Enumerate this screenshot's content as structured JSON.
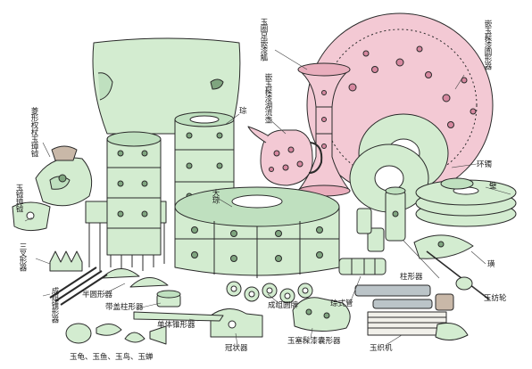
{
  "palette": {
    "jade_green": "#d3ecd0",
    "jade_green_dark": "#bfe0bf",
    "pink": "#f3c9d4",
    "pink_dark": "#e9aebd",
    "stone_grey": "#bbc4c8",
    "bronze": "#c9b8a8",
    "outline": "#2a2a2a",
    "pink_dot": "#d6879f",
    "green_dot": "#7fa57f",
    "text": "#1b1b1b",
    "background": "#ffffff"
  },
  "labels": {
    "yuquan_zu_qi_gu": "玉圈足嵌漆觚",
    "qian_yu_qi_yuan_xing_qi": "嵌玉髹漆圆形器",
    "qian_yu_qi_zhou_liu_hu": "嵌玉髹漆湖流壶",
    "cong": "琮",
    "lingxing_quan_zhang_yu_cuo_yue": "菱形权杖玉璋钺",
    "huan_zhuo": "环镯",
    "bi": "璧",
    "da_cong": "大琮",
    "yu_yue_cuo_yue": "玉钺璋钺",
    "san_cha_xing_qi": "三叉形器",
    "ban_yuan_xing_qi": "半圆形器",
    "dai_gai_zhu_xing_qi": "带盖柱形器",
    "cheng_zu_zhui_xing_qi": "成组锥形器",
    "dan_ti_zhui_xing_qi": "单体锥形器",
    "guan_zhuang_qi": "冠状器",
    "cheng_zu_yuan_pai": "成组圆牌",
    "cong_shi_guan": "琮式管",
    "zhu_xing_qi": "柱形器",
    "huang": "璜",
    "yu_fang_lun": "玉纺轮",
    "yu_sai_qi_nang_xing_qi": "玉塞髹漆囊形器",
    "yu_zhi_ji": "玉织机",
    "animals": "玉龟、玉鱼、玉鸟、玉蝉"
  }
}
